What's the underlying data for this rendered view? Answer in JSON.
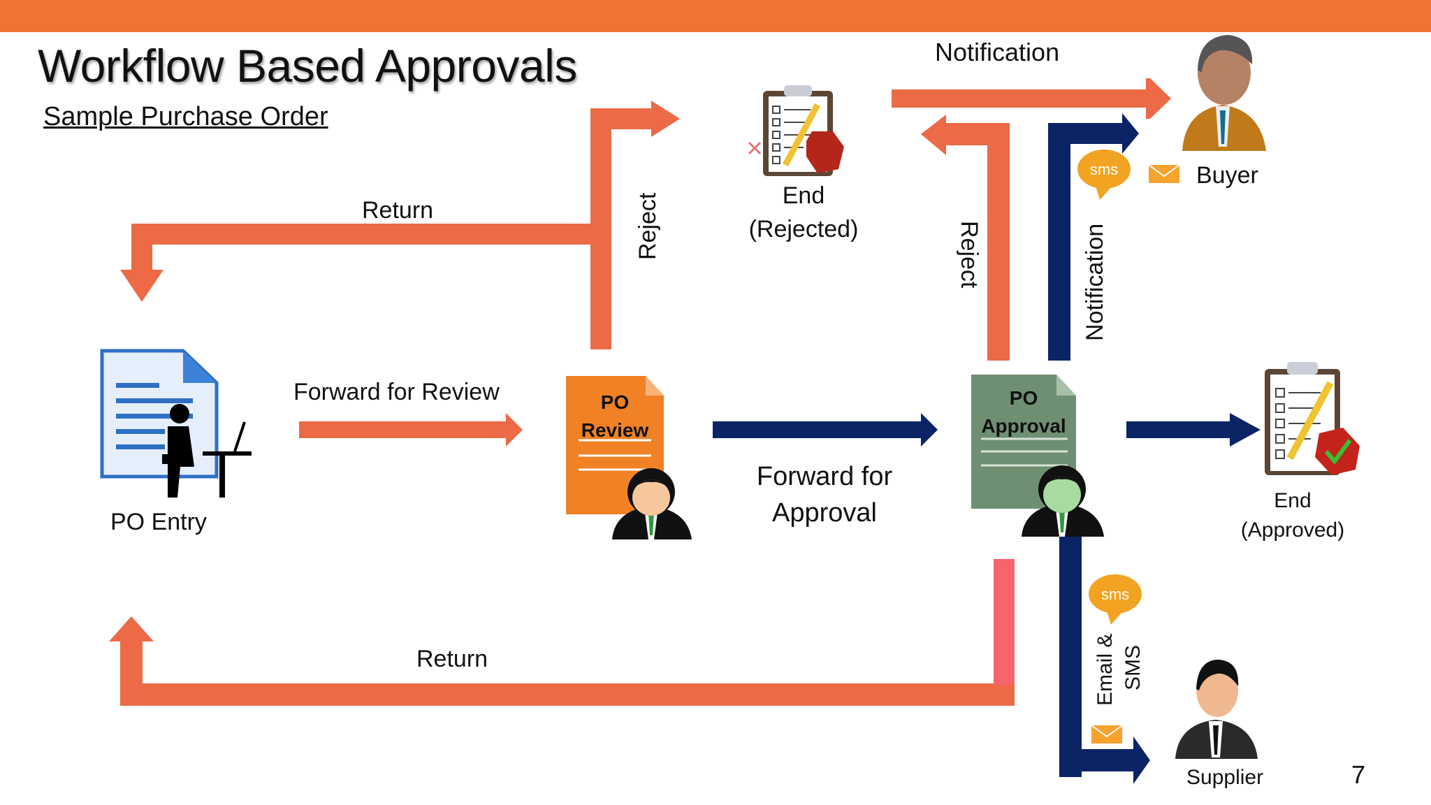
{
  "header": {
    "title": "Workflow Based Approvals",
    "subtitle": "Sample Purchase Order",
    "page_number": "7"
  },
  "colors": {
    "top_bar": "#f07431",
    "orange_arrow": "#ec6a45",
    "navy_arrow": "#0b2466",
    "pink_connector": "#f7646c",
    "po_review_doc": "#f08225",
    "po_approval_doc": "#6f8f73"
  },
  "nodes": {
    "po_entry": {
      "label": "PO Entry",
      "icon": "document-with-person-at-computer-icon"
    },
    "po_review": {
      "doc_title_1": "PO",
      "doc_title_2": "Review",
      "icon": "reviewer-person-icon"
    },
    "po_approval": {
      "doc_title_1": "PO",
      "doc_title_2": "Approval",
      "icon": "approver-person-icon"
    },
    "end_rejected": {
      "line1": "End",
      "line2": "(Rejected)",
      "icon": "clipboard-stop-icon"
    },
    "end_approved": {
      "line1": "End",
      "line2": "(Approved)",
      "icon": "clipboard-check-icon"
    },
    "buyer": {
      "label": "Buyer",
      "icon": "buyer-person-icon"
    },
    "supplier": {
      "label": "Supplier",
      "icon": "supplier-person-icon"
    }
  },
  "edges": {
    "forward_for_review": "Forward for Review",
    "forward_for_approval_1": "Forward for",
    "forward_for_approval_2": "Approval",
    "return_top": "Return",
    "return_bottom": "Return",
    "reject_review": "Reject",
    "reject_approval": "Reject",
    "notification_top": "Notification",
    "notification_vertical": "Notification",
    "email_sms_1": "Email &",
    "email_sms_2": "SMS"
  },
  "badges": {
    "sms_top": "sms",
    "sms_bottom": "sms"
  }
}
